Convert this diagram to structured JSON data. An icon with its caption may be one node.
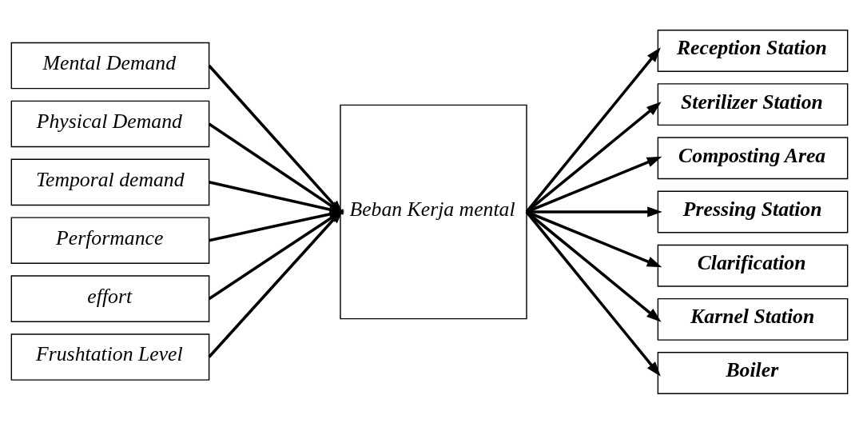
{
  "diagram": {
    "nodes": [
      {
        "text": [
          "Mental Demand"
        ]
      },
      {
        "text": [
          "Physical Demand"
        ]
      },
      {
        "text": [
          "Temporal demand"
        ]
      },
      {
        "text": [
          "Performance"
        ]
      },
      {
        "text": [
          "effort"
        ]
      },
      {
        "text": [
          "Frushtation Level"
        ]
      },
      {
        "text": [
          "Beban Kerja mental"
        ]
      },
      {
        "text": [
          "Reception Station"
        ]
      },
      {
        "text": [
          "Sterilizer Station"
        ]
      },
      {
        "text": [
          "Composting Area"
        ]
      },
      {
        "text": [
          "Pressing Station"
        ]
      },
      {
        "text": [
          "Clarification"
        ]
      },
      {
        "text": [
          "Karnel Station"
        ]
      },
      {
        "text": [
          "Boiler"
        ]
      }
    ],
    "edges": [
      {
        "from": 0,
        "to": 6,
        "arrow": "to"
      },
      {
        "from": 1,
        "to": 6,
        "arrow": "to"
      },
      {
        "from": 2,
        "to": 6,
        "arrow": "to"
      },
      {
        "from": 3,
        "to": 6,
        "arrow": "to"
      },
      {
        "from": 4,
        "to": 6,
        "arrow": "to"
      },
      {
        "from": 5,
        "to": 6,
        "arrow": "to"
      },
      {
        "from": 6,
        "to": 7,
        "arrow": "to"
      },
      {
        "from": 6,
        "to": 8,
        "arrow": "to"
      },
      {
        "from": 6,
        "to": 9,
        "arrow": "to"
      },
      {
        "from": 6,
        "to": 10,
        "arrow": "to"
      },
      {
        "from": 6,
        "to": 11,
        "arrow": "to"
      },
      {
        "from": 6,
        "to": 12,
        "arrow": "to"
      },
      {
        "from": 6,
        "to": 13,
        "arrow": "to"
      }
    ]
  }
}
